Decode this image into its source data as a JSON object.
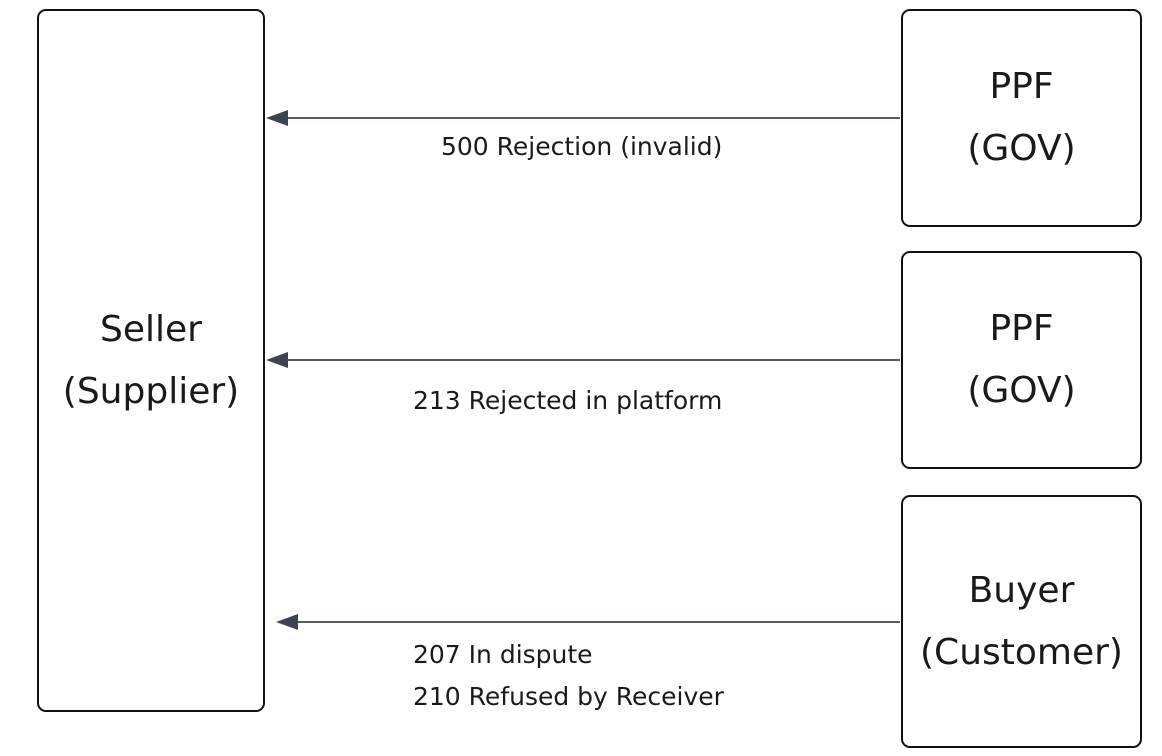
{
  "nodes": {
    "seller": {
      "line1": "Seller",
      "line2": "(Supplier)"
    },
    "ppf_1": {
      "line1": "PPF",
      "line2": "(GOV)"
    },
    "ppf_2": {
      "line1": "PPF",
      "line2": "(GOV)"
    },
    "buyer": {
      "line1": "Buyer",
      "line2": "(Customer)"
    }
  },
  "edges": [
    {
      "from": "ppf_1",
      "to": "seller",
      "labels": [
        "500 Rejection (invalid)"
      ]
    },
    {
      "from": "ppf_2",
      "to": "seller",
      "labels": [
        "213 Rejected in platform"
      ]
    },
    {
      "from": "buyer",
      "to": "seller",
      "labels": [
        "207 In dispute",
        "210 Refused by Receiver"
      ]
    }
  ],
  "colors": {
    "box_border": "#111111",
    "arrow": "#3d4350",
    "text": "#1a1a1a"
  }
}
